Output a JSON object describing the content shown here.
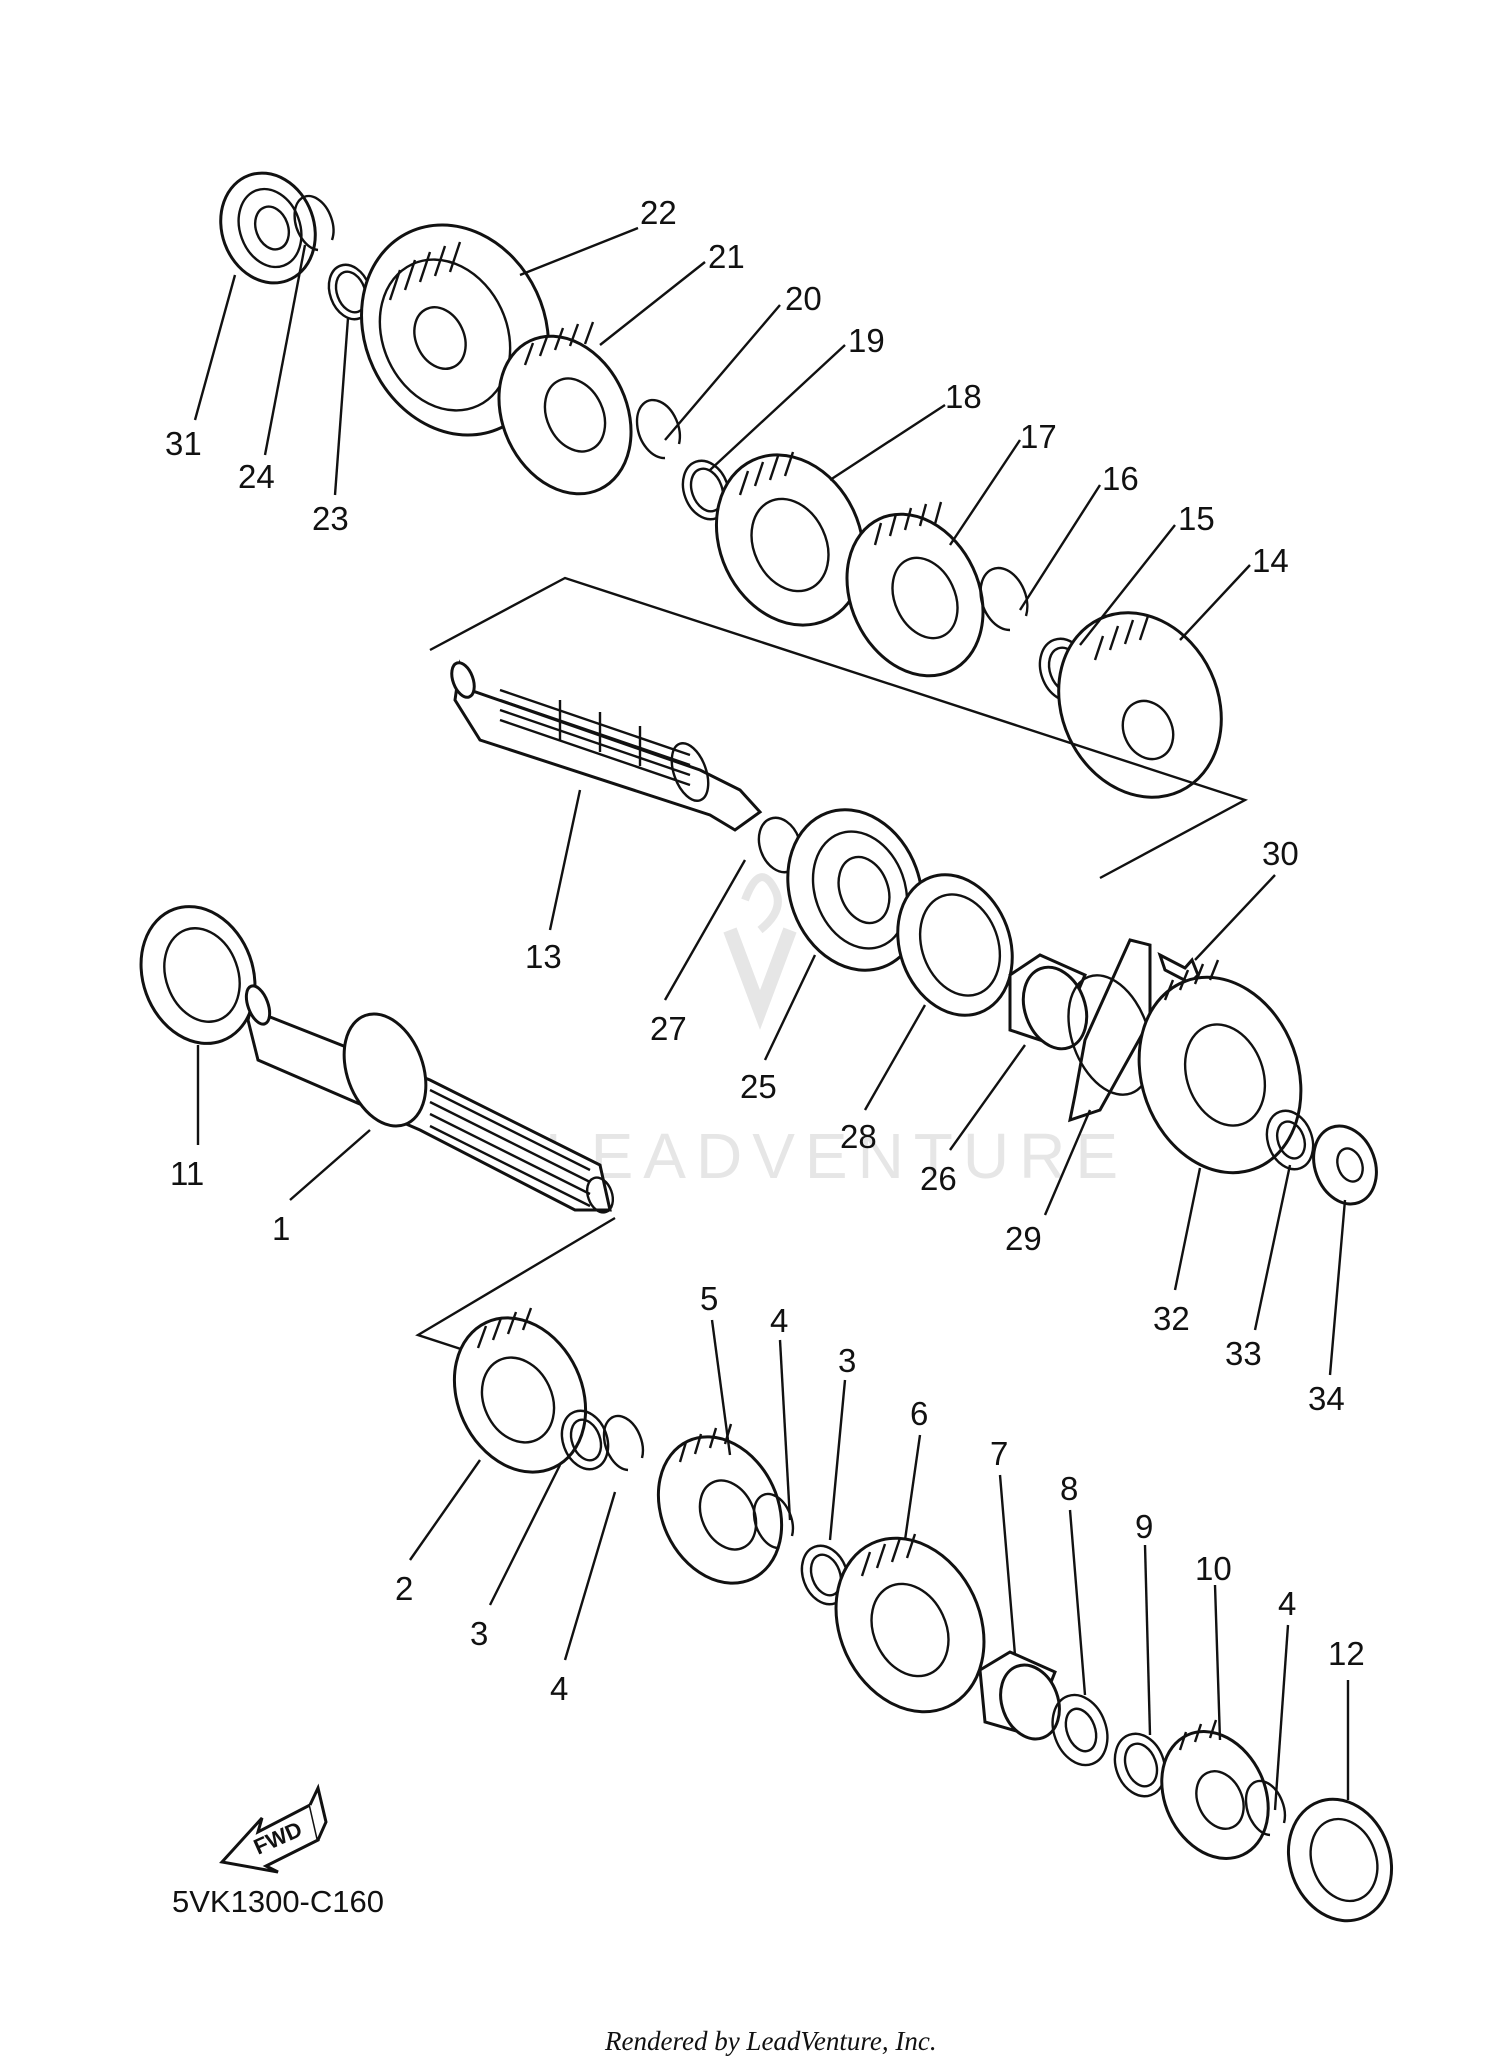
{
  "diagram": {
    "drawing_code": "5VK1300-C160",
    "credit": "Rendered by LeadVenture, Inc.",
    "watermark": "LEADVENTURE",
    "fwd_arrow_label": "FWD",
    "callouts": [
      {
        "id": "c1",
        "label": "1"
      },
      {
        "id": "c2",
        "label": "2"
      },
      {
        "id": "c3a",
        "label": "3"
      },
      {
        "id": "c3b",
        "label": "3"
      },
      {
        "id": "c4a",
        "label": "4"
      },
      {
        "id": "c4b",
        "label": "4"
      },
      {
        "id": "c4c",
        "label": "4"
      },
      {
        "id": "c5",
        "label": "5"
      },
      {
        "id": "c6",
        "label": "6"
      },
      {
        "id": "c7",
        "label": "7"
      },
      {
        "id": "c8",
        "label": "8"
      },
      {
        "id": "c9",
        "label": "9"
      },
      {
        "id": "c10",
        "label": "10"
      },
      {
        "id": "c11",
        "label": "11"
      },
      {
        "id": "c12",
        "label": "12"
      },
      {
        "id": "c13",
        "label": "13"
      },
      {
        "id": "c14",
        "label": "14"
      },
      {
        "id": "c15",
        "label": "15"
      },
      {
        "id": "c16",
        "label": "16"
      },
      {
        "id": "c17",
        "label": "17"
      },
      {
        "id": "c18",
        "label": "18"
      },
      {
        "id": "c19",
        "label": "19"
      },
      {
        "id": "c20",
        "label": "20"
      },
      {
        "id": "c21",
        "label": "21"
      },
      {
        "id": "c22",
        "label": "22"
      },
      {
        "id": "c23",
        "label": "23"
      },
      {
        "id": "c24",
        "label": "24"
      },
      {
        "id": "c25",
        "label": "25"
      },
      {
        "id": "c26",
        "label": "26"
      },
      {
        "id": "c27",
        "label": "27"
      },
      {
        "id": "c28",
        "label": "28"
      },
      {
        "id": "c29",
        "label": "29"
      },
      {
        "id": "c30",
        "label": "30"
      },
      {
        "id": "c31",
        "label": "31"
      },
      {
        "id": "c32",
        "label": "32"
      },
      {
        "id": "c33",
        "label": "33"
      },
      {
        "id": "c34",
        "label": "34"
      }
    ]
  }
}
